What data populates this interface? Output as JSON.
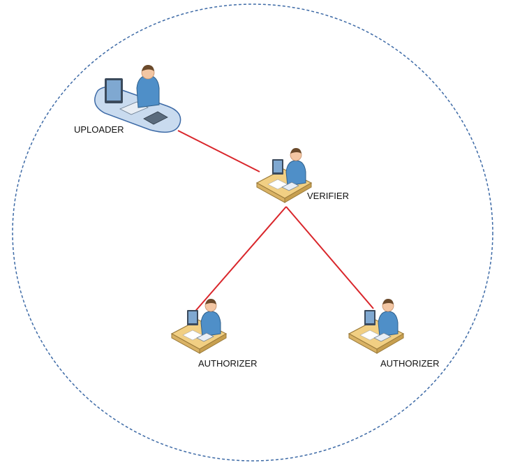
{
  "colors": {
    "boundary": "#3d6aa6",
    "link": "#d9262b",
    "desk": "#f1cf83",
    "desk_edge": "#9a7a3a",
    "platform": "#c9dbef",
    "person": "#4f8fc8",
    "skin": "#f3c6a3",
    "monitor": "#3b4a5c"
  },
  "nodes": {
    "uploader": {
      "label": "UPLOADER",
      "icon": "user-workstation-icon"
    },
    "verifier": {
      "label": "VERIFIER",
      "icon": "user-at-desk-icon"
    },
    "authorizer_left": {
      "label": "AUTHORIZER",
      "icon": "user-at-desk-icon"
    },
    "authorizer_right": {
      "label": "AUTHORIZER",
      "icon": "user-at-desk-icon"
    }
  },
  "edges": [
    {
      "from": "uploader",
      "to": "verifier"
    },
    {
      "from": "verifier",
      "to": "authorizer_left"
    },
    {
      "from": "verifier",
      "to": "authorizer_right"
    }
  ]
}
